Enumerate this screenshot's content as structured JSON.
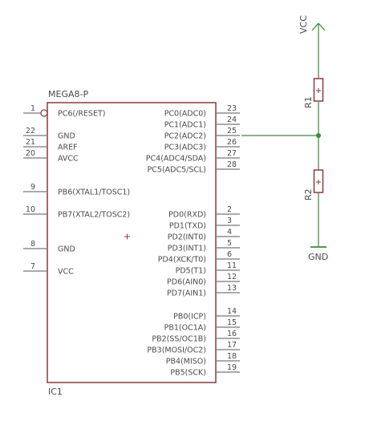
{
  "colors": {
    "component": "#8b3a3a",
    "pin": "#777777",
    "wire": "#3a8a3a",
    "text": "#4a4a4a",
    "background": "#ffffff"
  },
  "chip": {
    "name": "MEGA8-P",
    "ref": "IC1",
    "left_pins": [
      {
        "num": "1",
        "label": "PC6(/RESET)",
        "inverted": true
      },
      {
        "num": "22",
        "label": "GND"
      },
      {
        "num": "21",
        "label": "AREF"
      },
      {
        "num": "20",
        "label": "AVCC"
      },
      {
        "num": "9",
        "label": "PB6(XTAL1/TOSC1)"
      },
      {
        "num": "10",
        "label": "PB7(XTAL2/TOSC2)"
      },
      {
        "num": "8",
        "label": "GND"
      },
      {
        "num": "7",
        "label": "VCC"
      }
    ],
    "right_pins": [
      {
        "num": "23",
        "label": "PC0(ADC0)"
      },
      {
        "num": "24",
        "label": "PC1(ADC1)"
      },
      {
        "num": "25",
        "label": "PC2(ADC2)"
      },
      {
        "num": "26",
        "label": "PC3(ADC3)"
      },
      {
        "num": "27",
        "label": "PC4(ADC4/SDA)"
      },
      {
        "num": "28",
        "label": "PC5(ADC5/SCL)"
      },
      {
        "num": "2",
        "label": "PD0(RXD)"
      },
      {
        "num": "3",
        "label": "PD1(TXD)"
      },
      {
        "num": "4",
        "label": "PD2(INT0)"
      },
      {
        "num": "5",
        "label": "PD3(INT1)"
      },
      {
        "num": "6",
        "label": "PD4(XCK/T0)"
      },
      {
        "num": "11",
        "label": "PD5(T1)"
      },
      {
        "num": "12",
        "label": "PD6(AIN0)"
      },
      {
        "num": "13",
        "label": "PD7(AIN1)"
      },
      {
        "num": "14",
        "label": "PB0(ICP)"
      },
      {
        "num": "15",
        "label": "PB1(OC1A)"
      },
      {
        "num": "16",
        "label": "PB2(SS/OC1B)"
      },
      {
        "num": "17",
        "label": "PB3(MOSI/OC2)"
      },
      {
        "num": "18",
        "label": "PB4(MISO)"
      },
      {
        "num": "19",
        "label": "PB5(SCK)"
      }
    ]
  },
  "power": {
    "vcc_label": "VCC",
    "gnd_label": "GND"
  },
  "resistors": {
    "r1": "R1",
    "r2": "R2"
  }
}
